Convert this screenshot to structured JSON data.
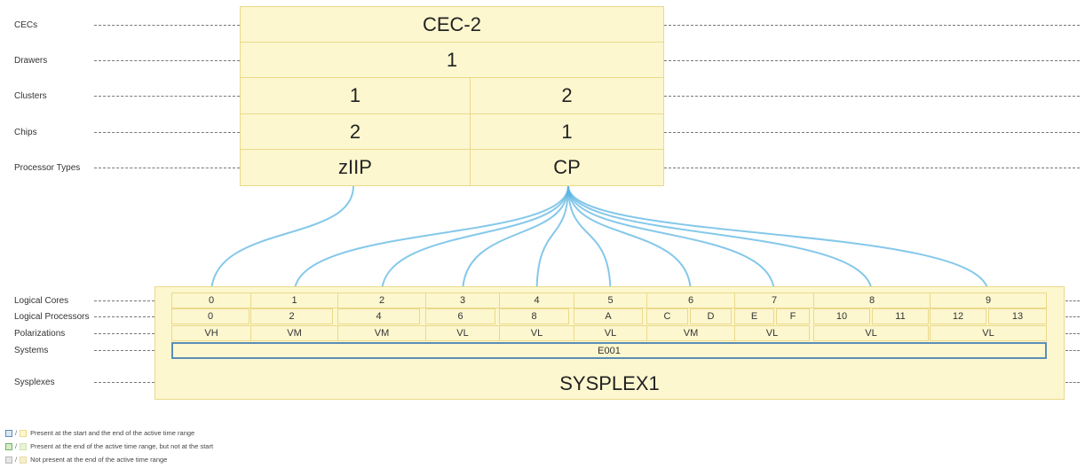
{
  "row_labels": {
    "cecs": "CECs",
    "drawers": "Drawers",
    "clusters": "Clusters",
    "chips": "Chips",
    "processor_types": "Processor Types",
    "logical_cores": "Logical Cores",
    "logical_processors": "Logical Processors",
    "polarizations": "Polarizations",
    "systems": "Systems",
    "sysplexes": "Sysplexes"
  },
  "cec": {
    "name": "CEC-2",
    "drawer": "1",
    "clusters": [
      "1",
      "2"
    ],
    "chips": [
      "2",
      "1"
    ],
    "processor_types": [
      "zIIP",
      "CP"
    ]
  },
  "logical_cores": [
    "0",
    "1",
    "2",
    "3",
    "4",
    "5",
    "6",
    "7",
    "8",
    "9"
  ],
  "logical_processors": [
    "0",
    "2",
    "4",
    "6",
    "8",
    "A",
    "C",
    "D",
    "E",
    "F",
    "10",
    "11",
    "12",
    "13"
  ],
  "polarizations": [
    "VH",
    "VM",
    "VM",
    "VL",
    "VL",
    "VL",
    "VM",
    "VL",
    "VL",
    "VL"
  ],
  "system": "E001",
  "sysplex": "SYSPLEX1",
  "core_processor_type": [
    "zIIP",
    "CP",
    "CP",
    "CP",
    "CP",
    "CP",
    "CP",
    "CP",
    "CP",
    "CP"
  ],
  "legend": [
    {
      "text": "Present at the start and the end of the active time range",
      "color_a": "#5b8db6",
      "color_b": "#fdf7cf"
    },
    {
      "text": "Present at the end of the active time range, but not at the start",
      "color_a": "#7cc07c",
      "color_b": "#d9ecc4"
    },
    {
      "text": "Not present at the end of the active time range",
      "color_a": "#c8c8c8",
      "color_b": "#f6eecb"
    }
  ],
  "colors": {
    "cell_fill": "#fdf7cf",
    "cell_border": "#ead98a",
    "connector": "#5cb6e3",
    "system_border": "#5b8db6"
  }
}
